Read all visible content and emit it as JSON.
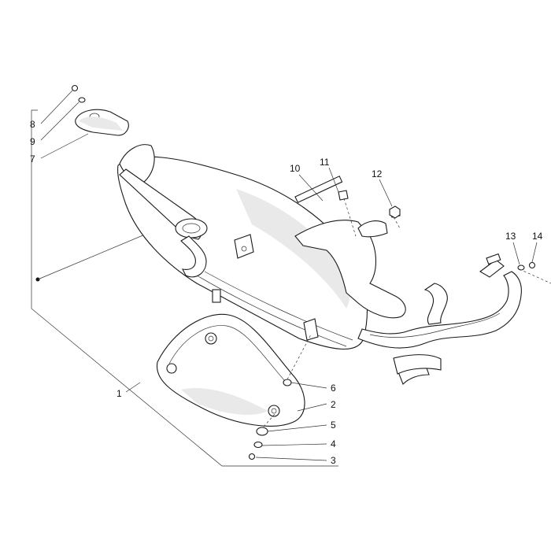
{
  "labels": {
    "l1": "1",
    "l2": "2",
    "l3": "3",
    "l4": "4",
    "l5": "5",
    "l6": "6",
    "l7": "7",
    "l8": "8",
    "l9": "9",
    "l10": "10",
    "l11": "11",
    "l12": "12",
    "l13": "13",
    "l14": "14"
  },
  "colors": {
    "ink": "#1a1a1a",
    "paper": "#ffffff",
    "shade": "#e9e9e9"
  }
}
